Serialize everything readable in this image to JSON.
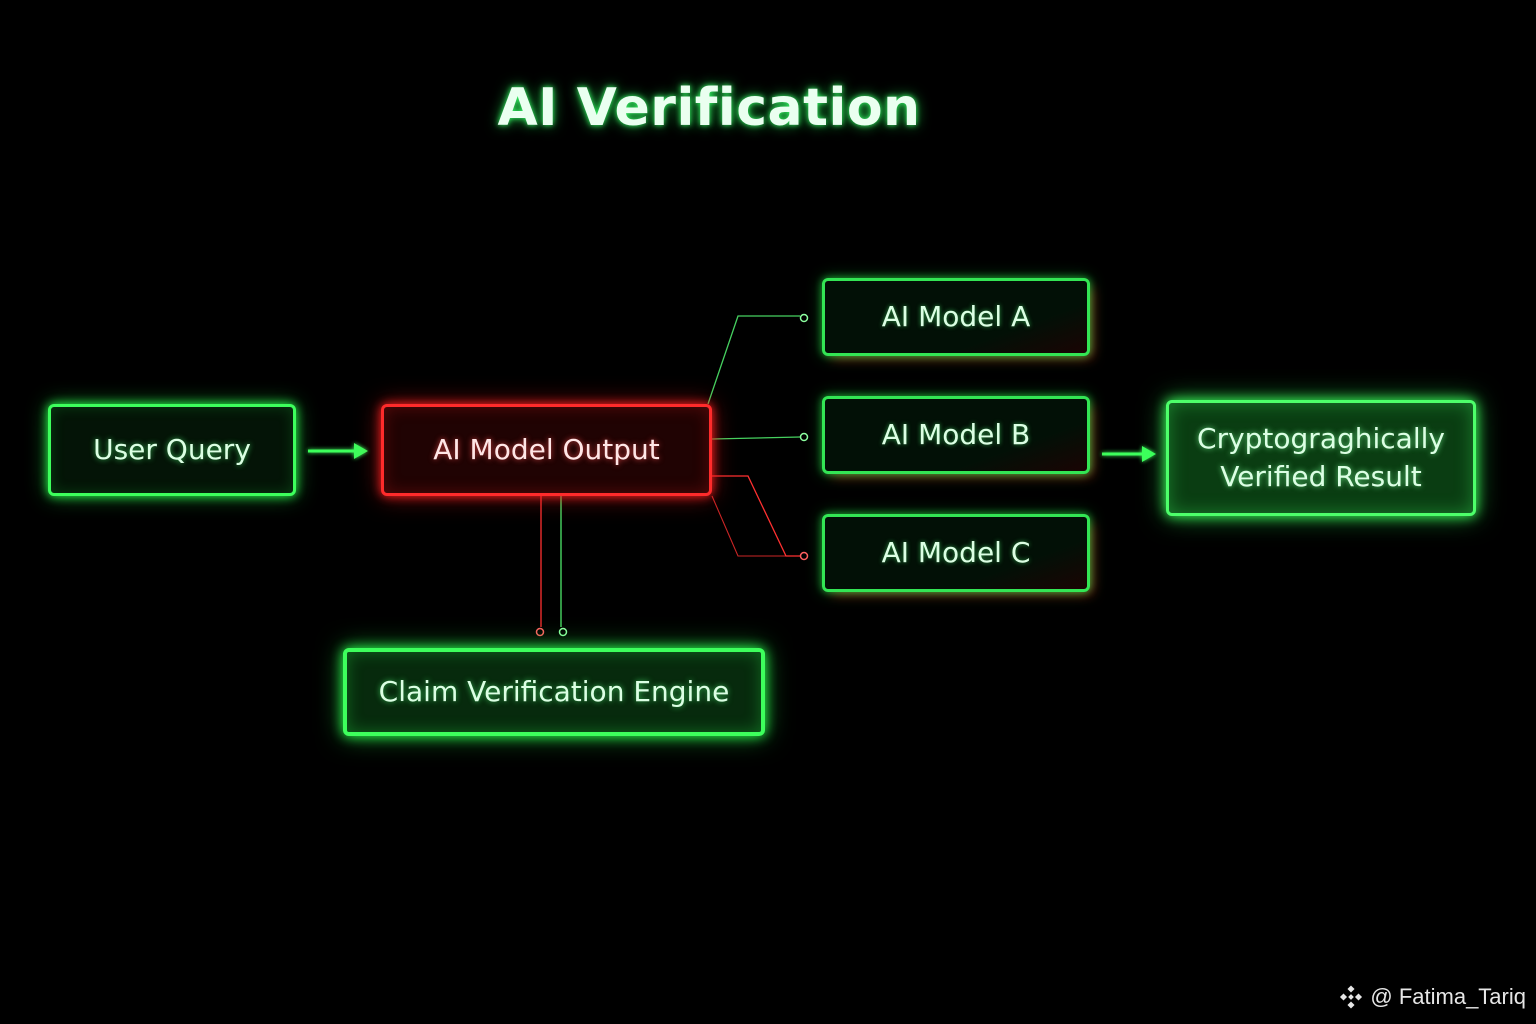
{
  "title": "AI Verification",
  "nodes": {
    "user_query": "User Query",
    "model_output": "AI Model Output",
    "model_a": "AI Model A",
    "model_b": "AI Model B",
    "model_c": "AI Model C",
    "engine": "Claim Verification Engine",
    "result": "Cryptograghically\nVerified Result"
  },
  "watermark": {
    "text": "@ Fatima_Tariq",
    "icon": "binance-logo-icon"
  },
  "colors": {
    "green": "#3dff5c",
    "red": "#ff2b2b",
    "background": "#000000"
  }
}
